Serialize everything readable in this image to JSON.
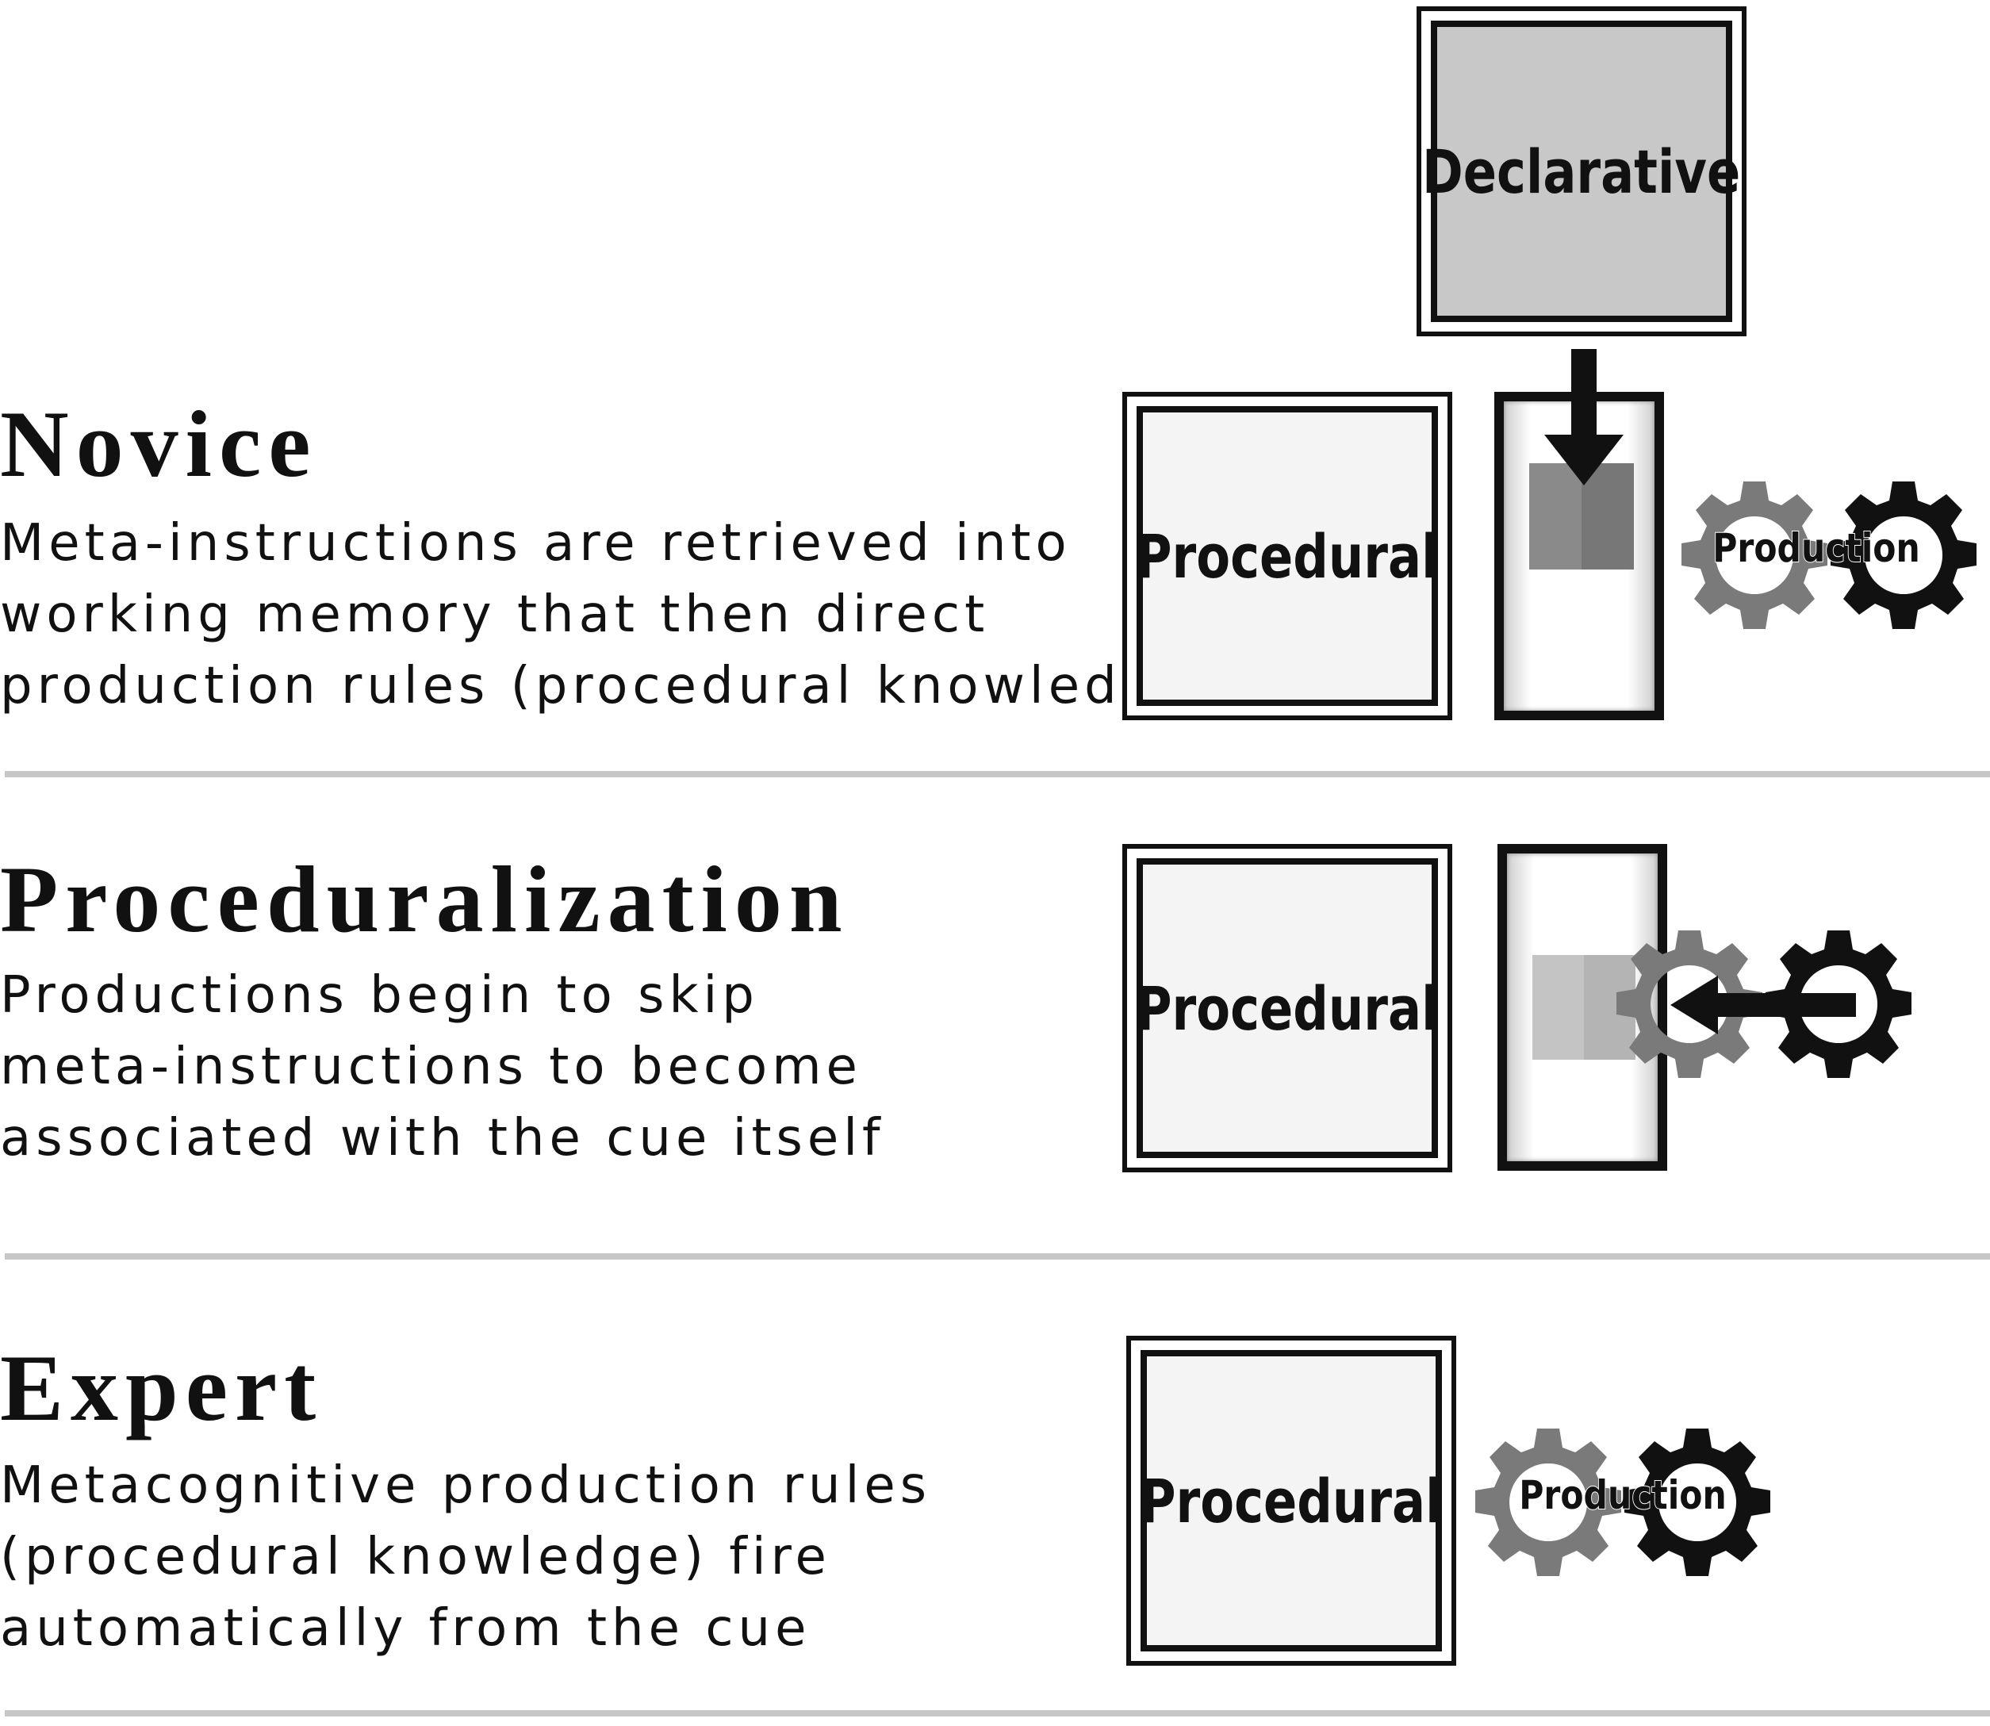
{
  "stages": [
    {
      "title": "Novice",
      "description": [
        "Meta-instructions are retrieved into",
        "working memory that then direct",
        "production rules (procedural knowledge)"
      ]
    },
    {
      "title": "Proceduralization",
      "description": [
        "Productions begin to skip",
        "meta-instructions to become",
        "associated with the cue itself"
      ]
    },
    {
      "title": "Expert",
      "description": [
        "Metacognitive production rules",
        "(procedural knowledge) fire",
        "automatically from the cue"
      ]
    }
  ],
  "labels": {
    "declarative": "Declarative",
    "procedural": "Procedural",
    "production": "Production"
  },
  "colors": {
    "gear_dark": "#111111",
    "gear_light": "#7a7a7a",
    "divider": "#c7c7c7"
  }
}
